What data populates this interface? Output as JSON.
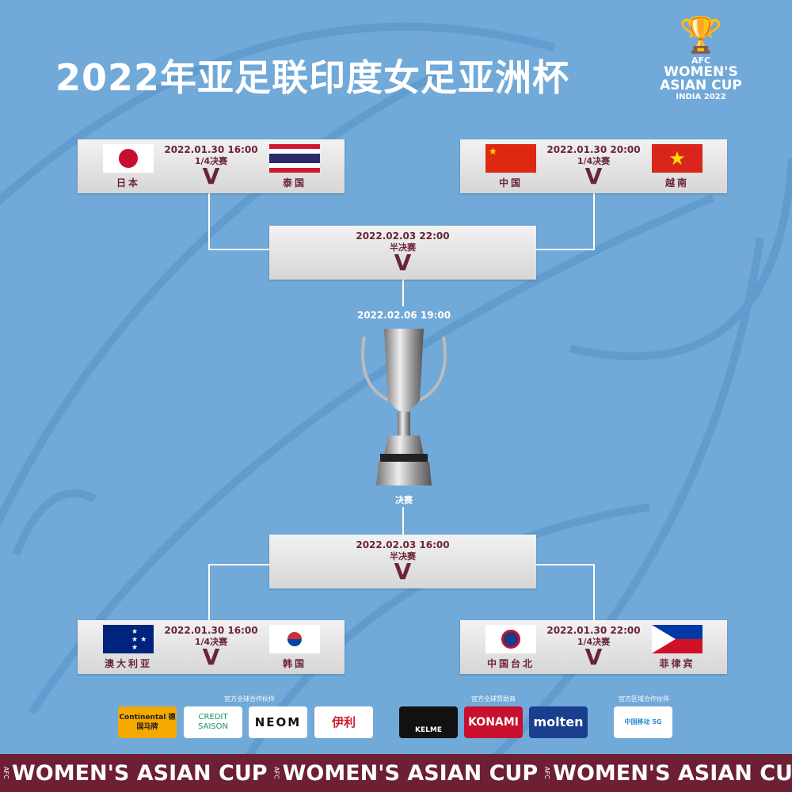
{
  "title": "2022年亚足联印度女足亚洲杯",
  "logo": {
    "line1": "AFC",
    "line2": "WOMEN'S",
    "line3": "ASIAN CUP",
    "line4": "INDIA 2022"
  },
  "colors": {
    "background": "#71a9d9",
    "accent": "#6b2435",
    "banner": "#6d1f33"
  },
  "vs": "V",
  "quarterfinals": [
    {
      "date": "2022.01.30  16:00",
      "round": "1/4决赛",
      "home": "日本",
      "away": "泰国"
    },
    {
      "date": "2022.01.30  20:00",
      "round": "1/4决赛",
      "home": "中国",
      "away": "越南"
    },
    {
      "date": "2022.01.30  16:00",
      "round": "1/4决赛",
      "home": "澳大利亚",
      "away": "韩国"
    },
    {
      "date": "2022.01.30  22:00",
      "round": "1/4决赛",
      "home": "中国台北",
      "away": "菲律宾"
    }
  ],
  "semifinals": [
    {
      "date": "2022.02.03  22:00",
      "round": "半决赛"
    },
    {
      "date": "2022.02.03  16:00",
      "round": "半决赛"
    }
  ],
  "final": {
    "date": "2022.02.06  19:00",
    "label": "决赛"
  },
  "sponsors": {
    "group1": "官方全球合作伙伴",
    "group2": "官方全球赞助商",
    "group3": "官方区域合作伙伴",
    "items": [
      "Continental 德国马牌",
      "CREDIT SAISON",
      "NEOM",
      "伊利",
      "KELME",
      "KONAMI",
      "molten",
      "中国移动 5G"
    ]
  },
  "banner": {
    "afc": "AFC",
    "text": "WOMEN'S ASIAN CUP"
  }
}
